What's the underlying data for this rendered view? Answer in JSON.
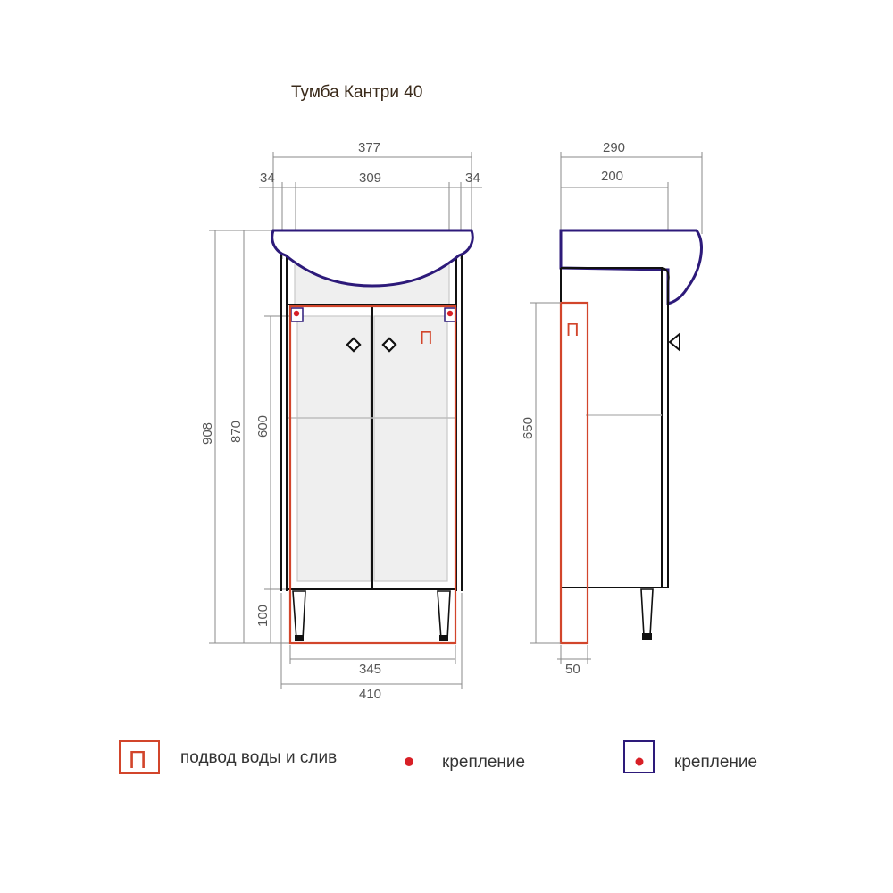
{
  "title": "Тумба Кантри 40",
  "front_view": {
    "dims": {
      "top_total": "377",
      "top_left": "34",
      "top_middle": "309",
      "top_right": "34",
      "height_total": "908",
      "height_body": "870",
      "height_zone": "600",
      "height_legs": "100",
      "bottom_inner": "345",
      "bottom_total": "410"
    },
    "zone_mark": "П"
  },
  "side_view": {
    "dims": {
      "top_total": "290",
      "top_inner": "200",
      "height_zone": "650",
      "bottom_zone": "50"
    },
    "zone_mark": "П"
  },
  "legend": {
    "items": [
      {
        "symbol": "П",
        "label": "подвод воды и слив",
        "icon": "water-supply-drain-zone"
      },
      {
        "label": "крепление",
        "icon": "mount-point-dot"
      },
      {
        "label": "крепление",
        "icon": "mount-point-boxed-dot"
      }
    ]
  },
  "colors": {
    "basin": "#2d1a7a",
    "zone": "#d2452b",
    "mount_dot": "#d81f26",
    "dimension": "#8a8a8a"
  }
}
